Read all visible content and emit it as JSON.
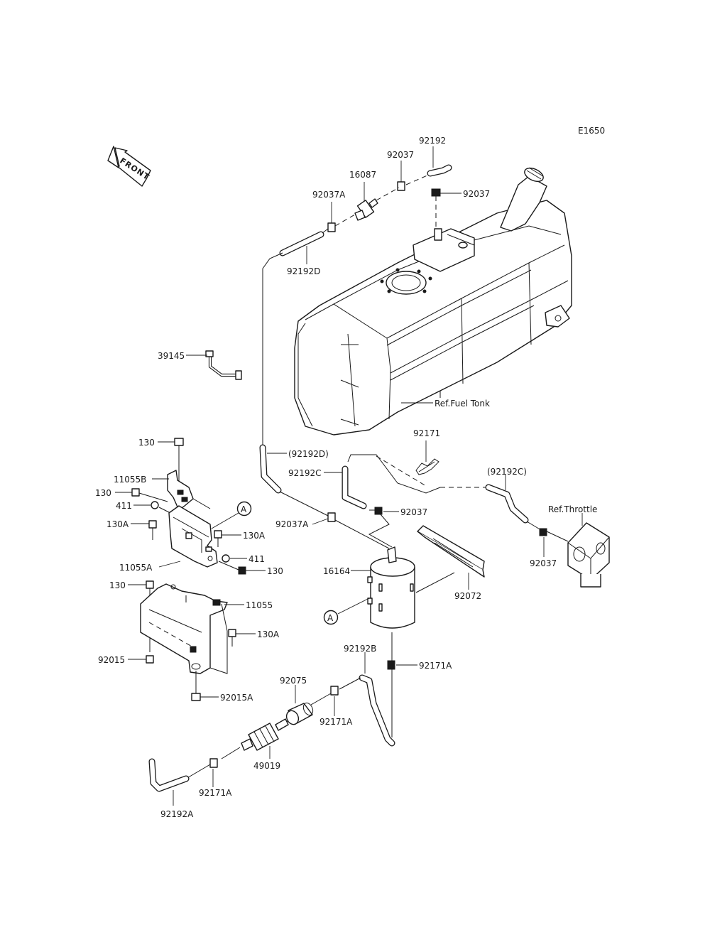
{
  "diagram_code": "E1650",
  "front_label": "FRONT",
  "ref_labels": {
    "fuel_tank": "Ref.Fuel Tonk",
    "throttle": "Ref.Throttle"
  },
  "markers": {
    "a1": "A",
    "a2": "A"
  },
  "parts": {
    "p92192_top": "92192",
    "p92037_top": "92037",
    "p16087": "16087",
    "p92037A_top": "92037A",
    "p92037_right": "92037",
    "p92192D": "92192D",
    "p39145": "39145",
    "p130_top": "130",
    "p11055B": "11055B",
    "p130_left": "130",
    "p411_left": "411",
    "p130A_left": "130A",
    "p130A_right": "130A",
    "p411_right": "411",
    "p130_right": "130",
    "p11055A": "11055A",
    "p130_lower": "130",
    "p11055": "11055",
    "p130A_lower": "130A",
    "p92015": "92015",
    "p92015A": "92015A",
    "p92192D_paren": "(92192D)",
    "p92192C": "92192C",
    "p92171": "92171",
    "p92192C_paren": "(92192C)",
    "p92037_mid": "92037",
    "p92037A_mid": "92037A",
    "p16164": "16164",
    "p92072": "92072",
    "p92037_throttle": "92037",
    "p92192B": "92192B",
    "p92171A_right": "92171A",
    "p92075": "92075",
    "p92171A_mid": "92171A",
    "p49019": "49019",
    "p92171A_low": "92171A",
    "p92192A": "92192A"
  }
}
